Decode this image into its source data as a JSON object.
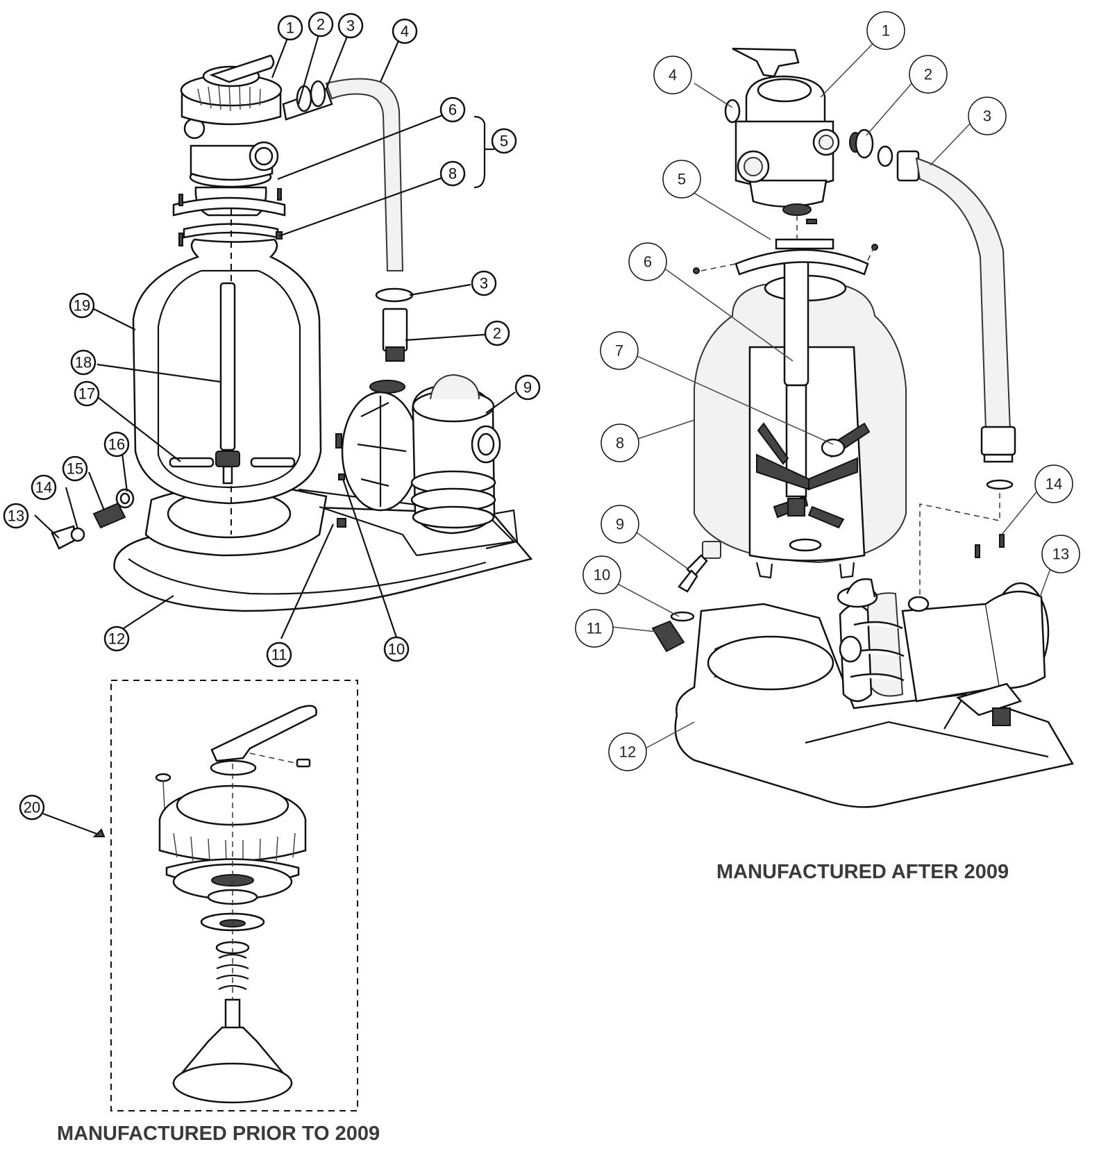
{
  "captions": {
    "prior": "MANUFACTURED PRIOR TO 2009",
    "after": "MANUFACTURED AFTER 2009"
  },
  "left_callouts": [
    "1",
    "2",
    "3",
    "4",
    "5",
    "6",
    "8",
    "3",
    "2",
    "9",
    "19",
    "18",
    "17",
    "16",
    "15",
    "14",
    "13",
    "12",
    "11",
    "10",
    "20"
  ],
  "right_callouts": [
    "1",
    "2",
    "3",
    "4",
    "5",
    "6",
    "7",
    "8",
    "9",
    "10",
    "11",
    "12",
    "13",
    "14"
  ]
}
